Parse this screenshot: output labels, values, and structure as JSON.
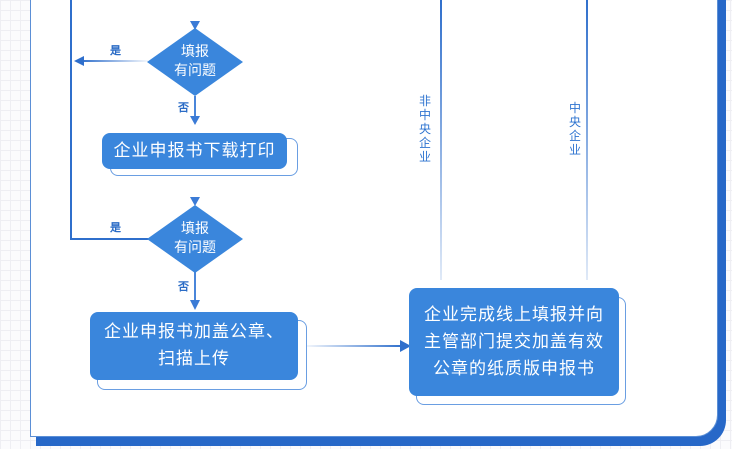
{
  "diagram": {
    "title": "企业申报流程",
    "colors": {
      "primary": "#3a86dc",
      "frame": "#2768c8",
      "line": "#3b7bd6",
      "label": "#2b6cc6"
    },
    "decisions": [
      {
        "line1": "填报",
        "line2": "有问题",
        "yes": "是",
        "no": "否"
      },
      {
        "line1": "填报",
        "line2": "有问题",
        "yes": "是",
        "no": "否"
      }
    ],
    "steps": {
      "download_print": "企业申报书下载打印",
      "stamp_upload_line1": "企业申报书加盖公章、",
      "stamp_upload_line2": "扫描上传",
      "submit_line1": "企业完成线上填报并向",
      "submit_line2": "主管部门提交加盖有效",
      "submit_line3": "公章的纸质版申报书"
    },
    "branches": {
      "non_central": "非中央企业",
      "central": "中央企业"
    }
  }
}
